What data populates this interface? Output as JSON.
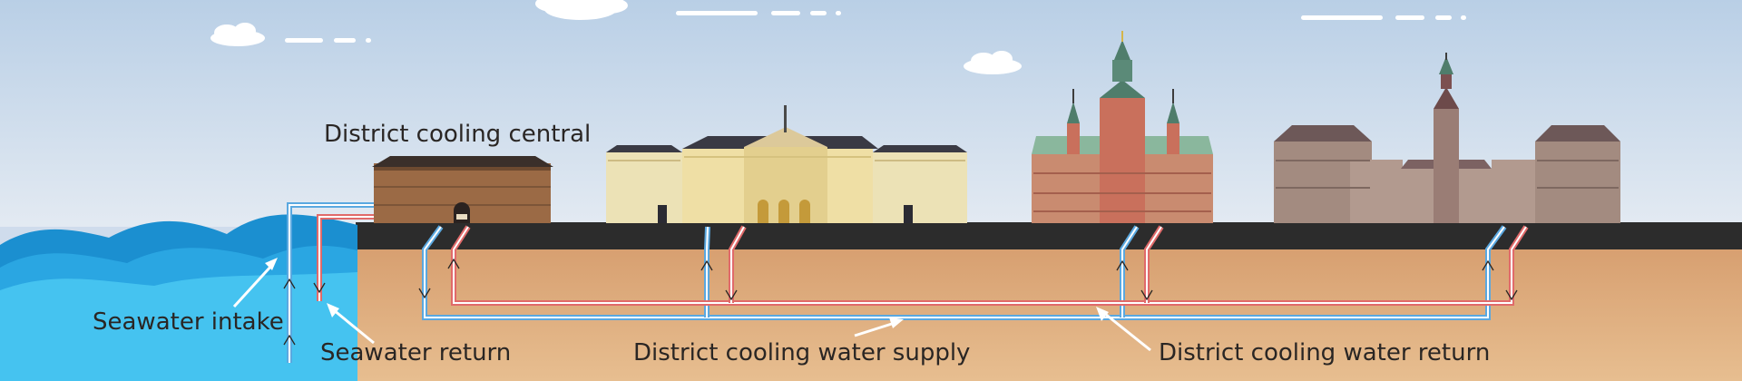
{
  "diagram": {
    "labels": {
      "central": "District cooling central",
      "seawater_intake": "Seawater intake",
      "seawater_return": "Seawater return",
      "supply": "District cooling water supply",
      "return": "District cooling water return"
    },
    "colors": {
      "sky_top": "#b9cfe6",
      "sky_bottom": "#e3eaf2",
      "sea_light": "#45c3f0",
      "sea_dark": "#1b8fd0",
      "street": "#2c2c2c",
      "soil_top": "#d79f70",
      "soil_bottom": "#e7be90",
      "supply_pipe": "#5aa8e0",
      "return_pipe": "#e06a6a",
      "label_text": "#2a2624"
    },
    "buildings": [
      "cooling-central",
      "palace",
      "castle",
      "church-complex"
    ]
  }
}
